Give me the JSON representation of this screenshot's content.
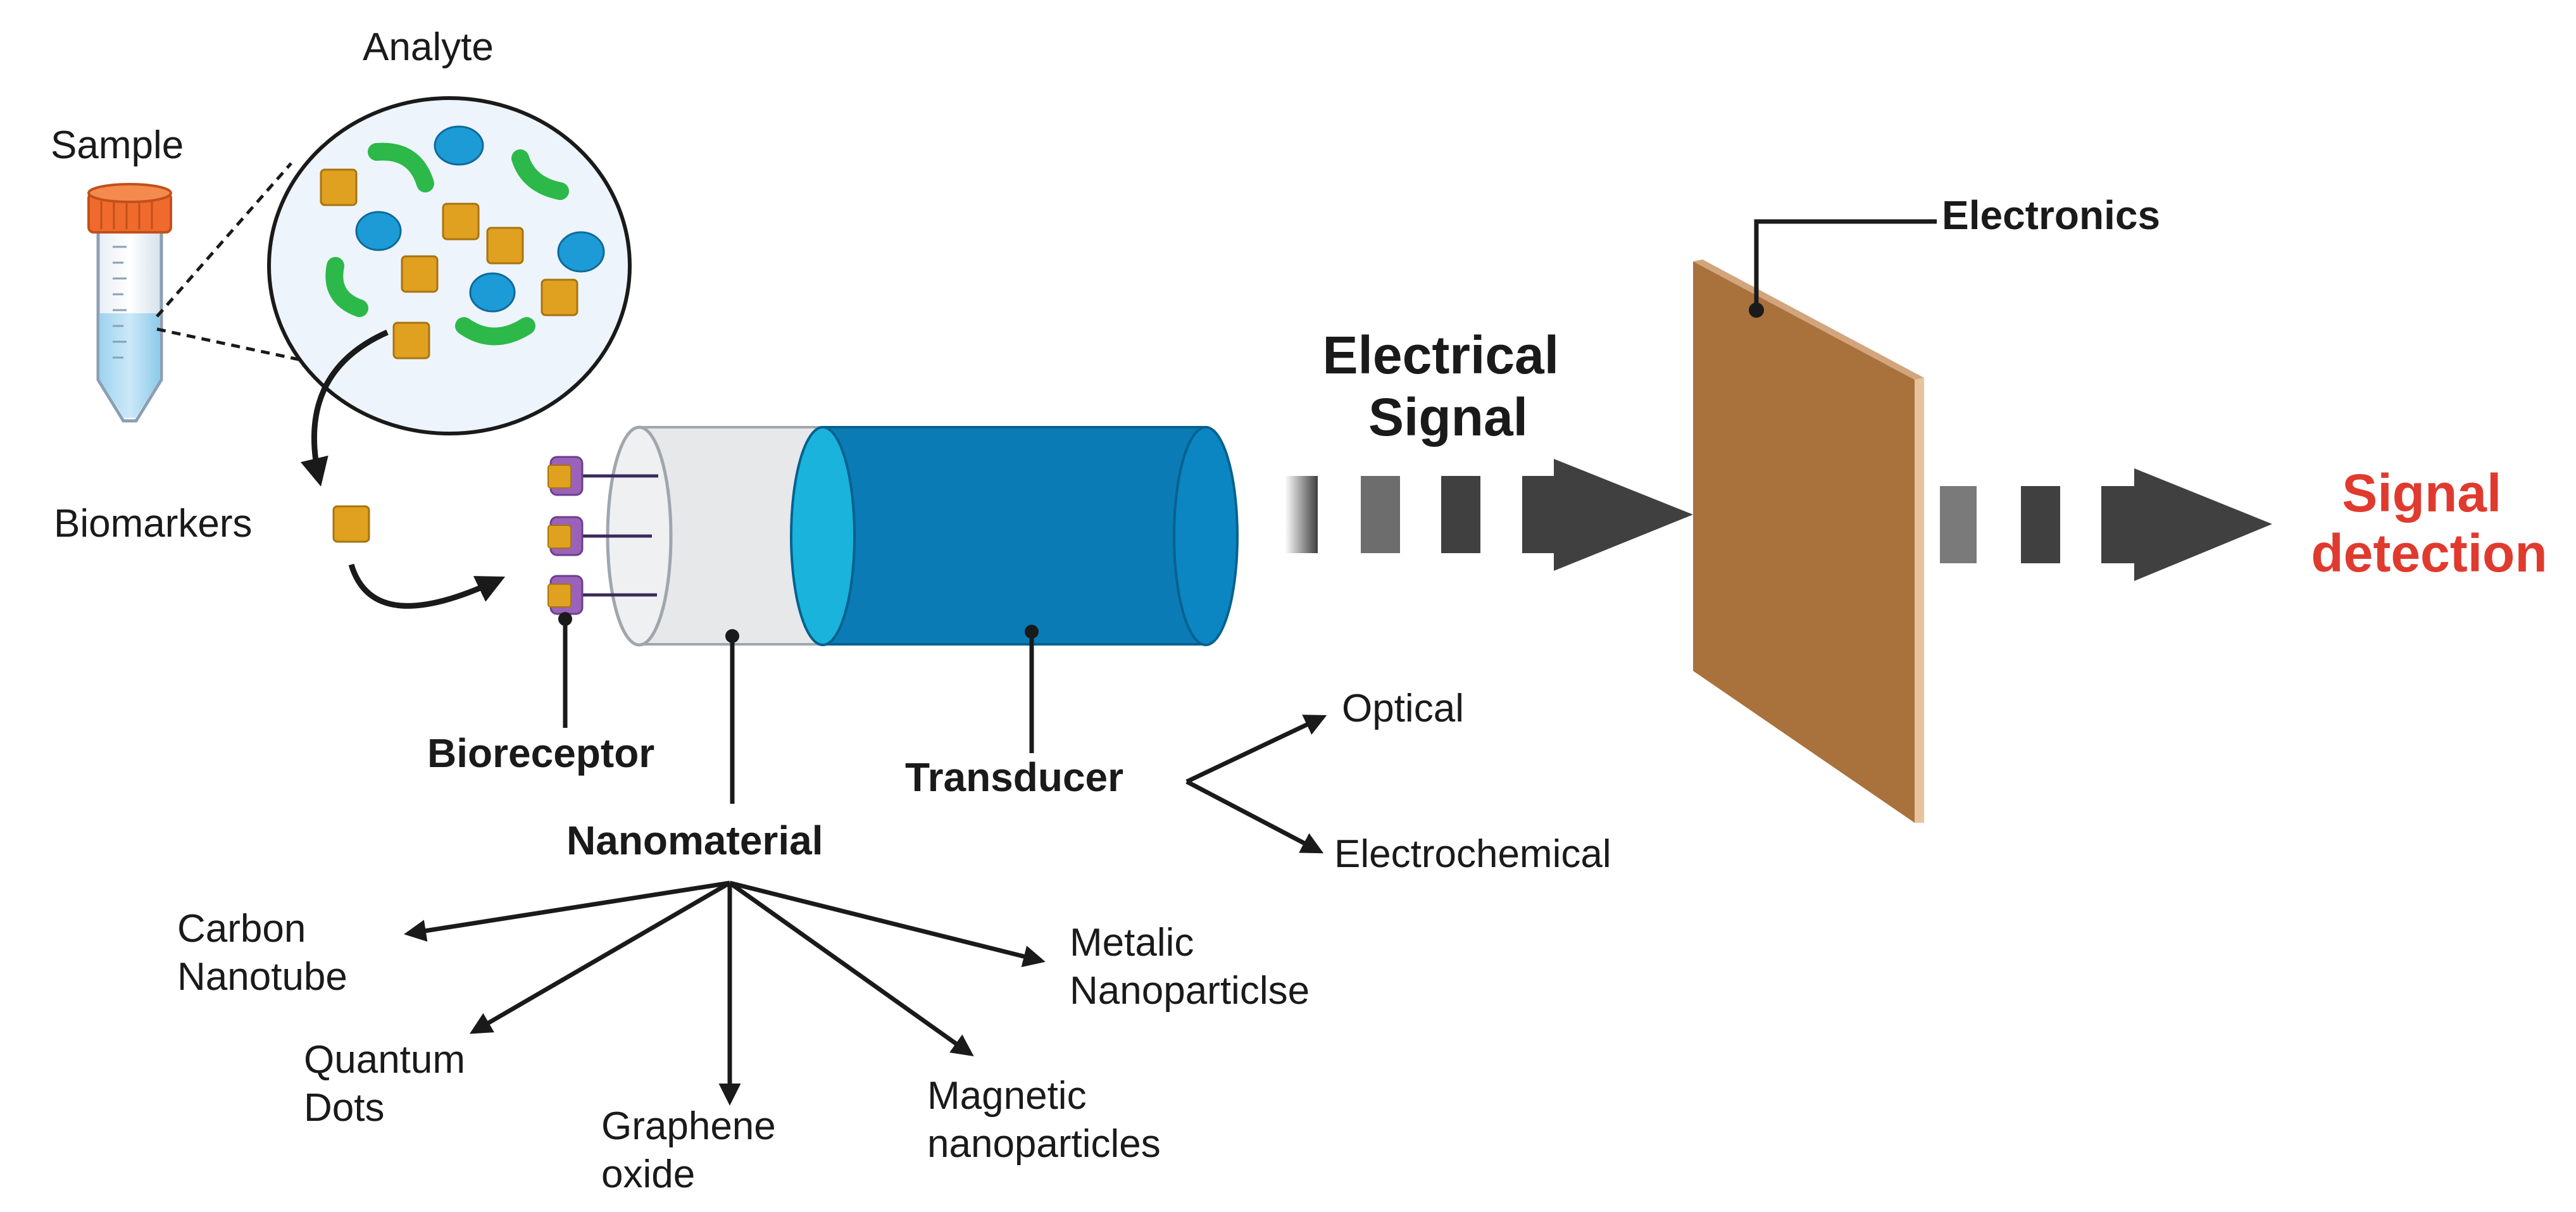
{
  "labels": {
    "analyte": "Analyte",
    "sample": "Sample",
    "biomarkers": "Biomarkers",
    "bioreceptor": "Bioreceptor",
    "nanomaterial": "Nanomaterial",
    "transducer": "Transducer",
    "optical": "Optical",
    "electrochemical": "Electrochemical",
    "electrical_signal_line1": "Electrical",
    "electrical_signal_line2": "Signal",
    "electronics": "Electronics",
    "signal_detection_line1": "Signal",
    "signal_detection_line2": "detection"
  },
  "nanomaterial_types": [
    {
      "line1": "Carbon",
      "line2": "Nanotube"
    },
    {
      "line1": "Quantum",
      "line2": "Dots"
    },
    {
      "line1": "Graphene",
      "line2": "oxide"
    },
    {
      "line1": "Magnetic",
      "line2": "nanoparticles"
    },
    {
      "line1": "Metalic",
      "line2": "Nanoparticlse"
    }
  ],
  "colors": {
    "biomarker_orange": "#e0a020",
    "bacteria_green": "#2db84a",
    "cell_blue": "#1c9bd6",
    "transducer_blue": "#0a7bb5",
    "electronics_brown": "#a9713c",
    "signal_dark": "#3f3f3f",
    "signal_detection_red": "#e03a2f",
    "bioreceptor_purple": "#9a62b8"
  }
}
